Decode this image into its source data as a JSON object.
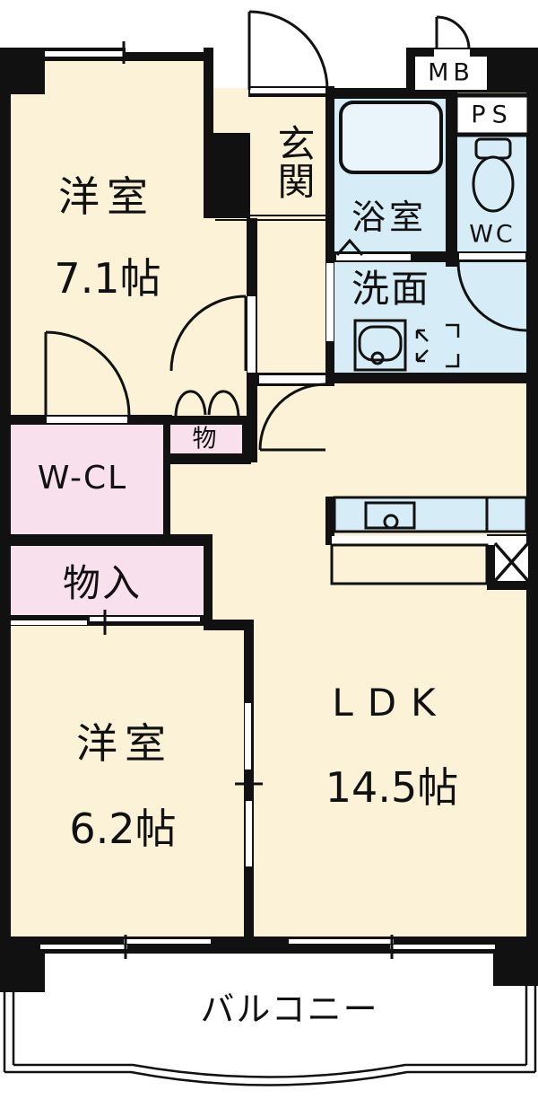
{
  "plan": {
    "rooms": {
      "bedroom1": {
        "name": "洋室",
        "size": "7.1帖"
      },
      "entrance": {
        "name": "玄関"
      },
      "bathroom": {
        "name": "浴室"
      },
      "meter_box": {
        "name": "MB"
      },
      "pipe_space": {
        "name": "PS"
      },
      "toilet": {
        "name": "WC"
      },
      "washroom": {
        "name": "洗面"
      },
      "storage_small": {
        "name": "物"
      },
      "walk_in_closet": {
        "name": "W-CL"
      },
      "storage": {
        "name": "物入"
      },
      "bedroom2": {
        "name": "洋室",
        "size": "6.2帖"
      },
      "ldk": {
        "name": "LDK",
        "size": "14.5帖"
      },
      "balcony": {
        "name": "バルコニー"
      }
    },
    "colors": {
      "room_cream": "#fcf2d8",
      "wet_blue": "#d6edf8",
      "tub_blue": "#e9f4fb",
      "closet_pink": "#f8e1ed",
      "wall_black": "#111111",
      "background": "#ffffff"
    }
  }
}
